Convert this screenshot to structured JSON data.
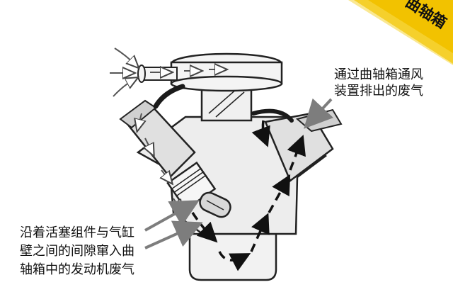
{
  "corner_tag": {
    "text": "曲轴箱",
    "color": "#f2c200"
  },
  "labels": {
    "top_right": {
      "line1": "通过曲轴箱通风",
      "line2": "装置排出的废气"
    },
    "bottom_left": {
      "line1": "沿着活塞组件与气缸",
      "line2": "壁之间的间隙窜入曲",
      "line3": "轴箱中的发动机废气"
    }
  },
  "colors": {
    "line": "#222222",
    "fill_light": "#f0f0f0",
    "fill_mid": "#d6d6d6",
    "pointer": "#7d7d7d",
    "hose": "#1a1a1a"
  }
}
